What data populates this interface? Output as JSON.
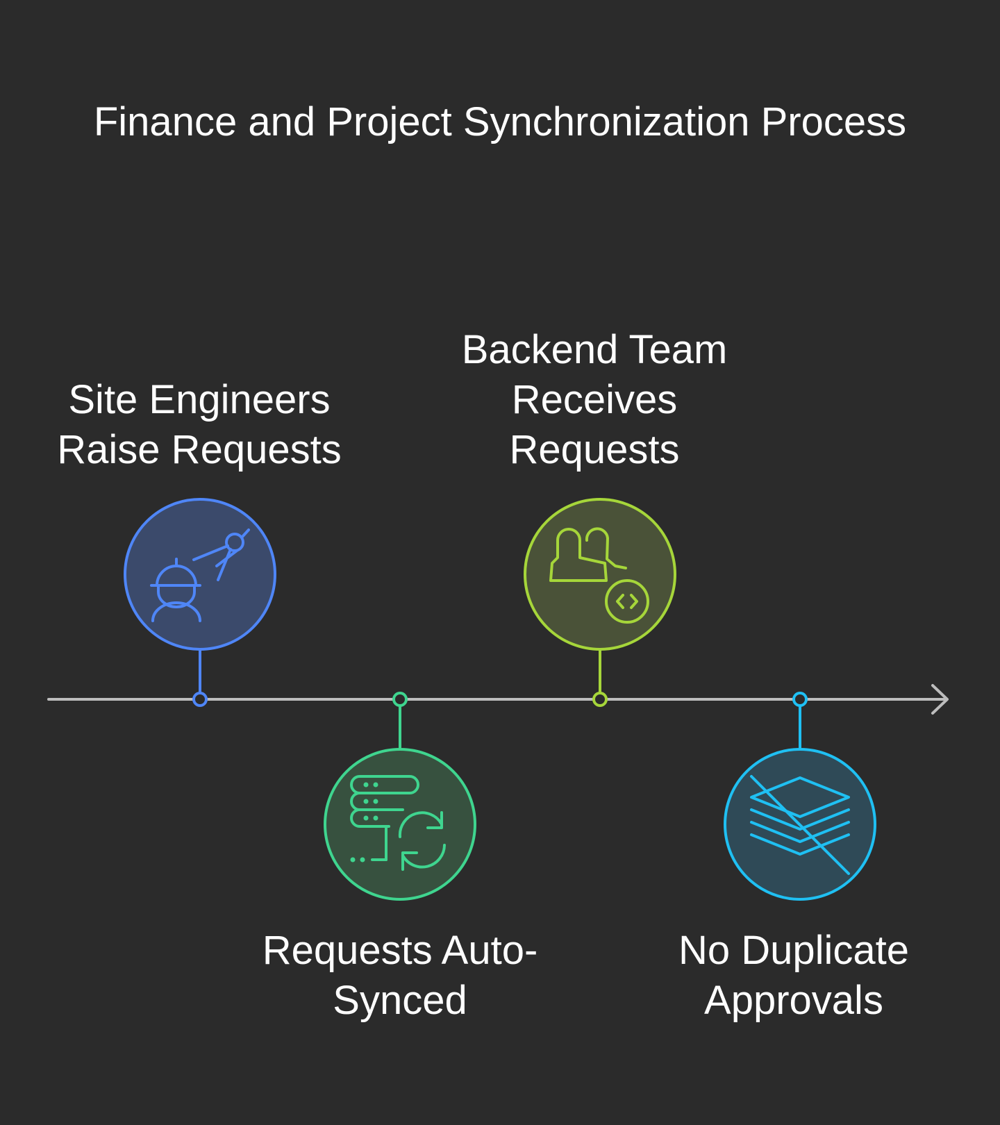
{
  "title": "Finance and Project Synchronization Process",
  "colors": {
    "background": "#2b2b2b",
    "axis": "#bdbdbd",
    "blue": "#4f86f7",
    "green": "#3fd58f",
    "lime": "#a6d63a",
    "cyan": "#1fc0f3"
  },
  "steps": [
    {
      "lines": [
        "Site Engineers",
        "Raise Requests"
      ],
      "icon": "engineer-compass-icon",
      "color": "#4f86f7",
      "fill": "#3b4a6b"
    },
    {
      "lines": [
        "Requests Auto-",
        "Synced"
      ],
      "icon": "server-sync-icon",
      "color": "#3fd58f",
      "fill": "#37513f"
    },
    {
      "lines": [
        "Backend Team",
        "Receives",
        "Requests"
      ],
      "icon": "team-code-icon",
      "color": "#a6d63a",
      "fill": "#4a5238"
    },
    {
      "lines": [
        "No Duplicate",
        "Approvals"
      ],
      "icon": "layers-crossed-icon",
      "color": "#1fc0f3",
      "fill": "#2f4a57"
    }
  ]
}
